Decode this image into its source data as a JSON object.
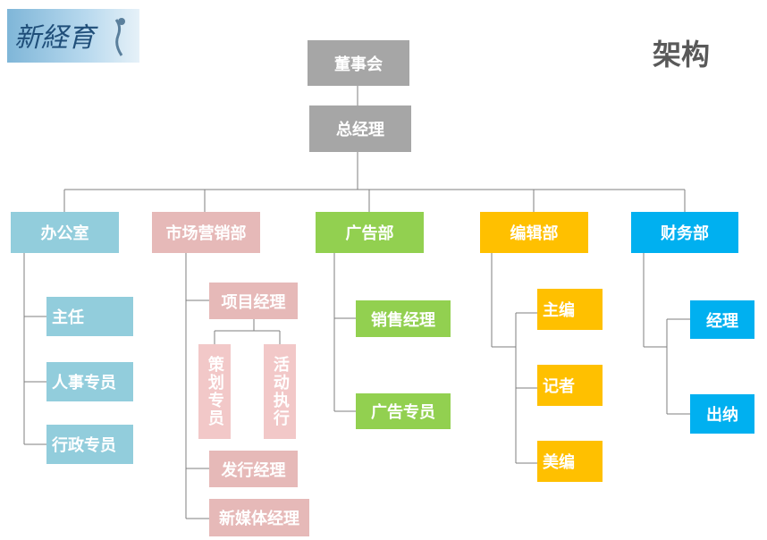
{
  "logo": {
    "text": "新経育"
  },
  "title": "架构",
  "top": {
    "board": "董事会",
    "gm": "总经理"
  },
  "departments": {
    "office": {
      "label": "办公室",
      "children": [
        "主任",
        "人事专员",
        "行政专员"
      ]
    },
    "marketing": {
      "label": "市场营销部",
      "project_manager": "项目经理",
      "sub_roles": [
        "策划专员",
        "活动执行"
      ],
      "others": [
        "发行经理",
        "新媒体经理"
      ]
    },
    "ads": {
      "label": "广告部",
      "children": [
        "销售经理",
        "广告专员"
      ]
    },
    "editorial": {
      "label": "编辑部",
      "children": [
        "主编",
        "记者",
        "美编"
      ]
    },
    "finance": {
      "label": "财务部",
      "children": [
        "经理",
        "出纳"
      ]
    }
  },
  "colors": {
    "top": "#a6a6a6",
    "office": "#92cddc",
    "marketing": "#e6b9b8",
    "ads": "#92d050",
    "editorial": "#ffc000",
    "finance": "#00b0f0",
    "lines": "#7f7f7f"
  }
}
